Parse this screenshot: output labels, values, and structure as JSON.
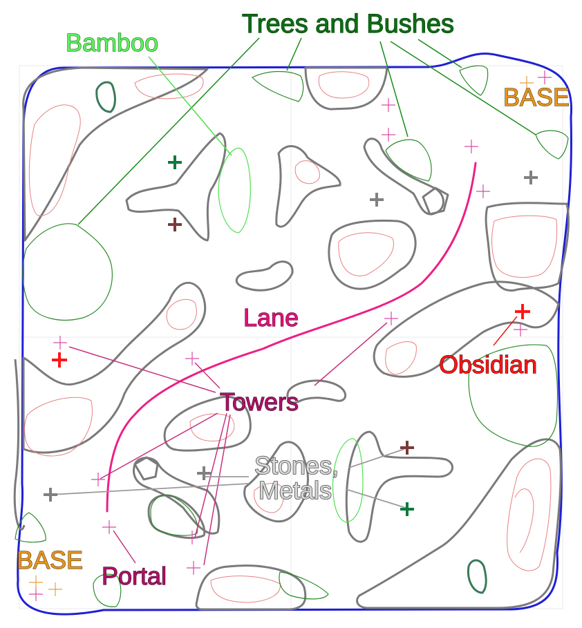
{
  "labels": {
    "trees": "Trees and Bushes",
    "bamboo": "Bamboo",
    "base_top": "BASE",
    "base_bottom": "BASE",
    "lane": "Lane",
    "obsidian": "Obsidian",
    "towers": "Towers",
    "stones_line1": "Stones,",
    "stones_line2": "Metals",
    "portal": "Portal"
  },
  "colors": {
    "boundary": "#1f1fd6",
    "rock": "#7a7a7a",
    "inner": "#e88080",
    "vegetation": "#2a8a2a",
    "bamboo": "#4ee04e",
    "lane": "#ec1f86",
    "tower": "#d84aa8",
    "leader_trees": "#1a8a1a",
    "leader_tower": "#c8307e",
    "leader_stone": "#9a9a9a"
  }
}
